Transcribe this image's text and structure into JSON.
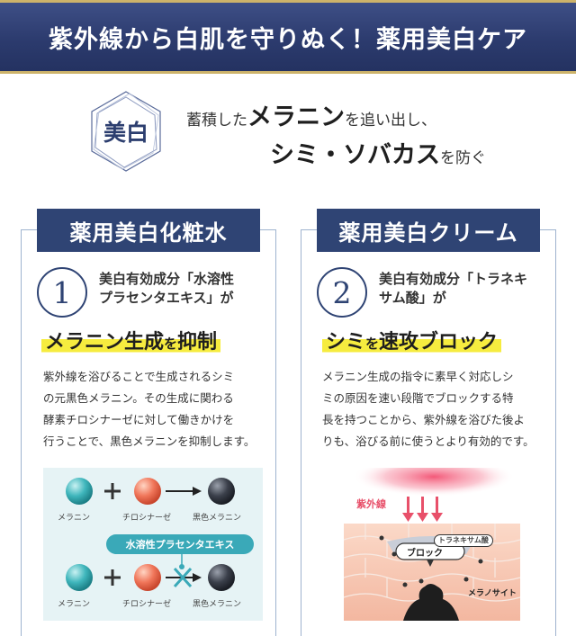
{
  "banner": {
    "title": "紫外線から白肌を守りぬく！薬用美白ケア"
  },
  "intro": {
    "badge": "美白",
    "line1_pre": "蓄積した",
    "line1_em": "メラニン",
    "line1_post": "を追い出し、",
    "line2_em": "シミ・ソバカス",
    "line2_post": "を防ぐ"
  },
  "cards": [
    {
      "tab": "薬用美白化粧水",
      "number": "1",
      "ingredient_line1": "美白有効成分「水溶性",
      "ingredient_line2": "プラセンタエキス」が",
      "headline_a": "メラニン生成",
      "headline_small": "を",
      "headline_b": "抑制",
      "desc": [
        "紫外線を浴びることで生成されるシミ",
        "の元黒色メラニン。その生成に関わる",
        "酵素チロシナーゼに対して働きかけを",
        "行うことで、黒色メラニンを抑制します。"
      ],
      "diagram": {
        "label_melanin": "メラニン",
        "label_tyrosinase": "チロシナーゼ",
        "label_black": "黒色メラニン",
        "pill": "水溶性プラセンタエキス",
        "label_melanin2": "メラニン",
        "label_tyrosinase2": "チロシナーゼ",
        "label_black2": "黒色メラニン"
      }
    },
    {
      "tab": "薬用美白クリーム",
      "number": "2",
      "ingredient_line1": "美白有効成分「トラネキ",
      "ingredient_line2": "サム酸」が",
      "headline_a": "シミ",
      "headline_small": "を",
      "headline_b": "速攻ブロック",
      "desc": [
        "メラニン生成の指令に素早く対応しシ",
        "ミの原因を速い段階でブロックする特",
        "長を持つことから、紫外線を浴びた後よ",
        "りも、浴びる前に使うとより有効的です。"
      ],
      "diagram": {
        "uv_label": "紫外線",
        "tranexamic_label": "トラネキサム酸",
        "block_label": "ブロック",
        "melanocyte_label": "メラノサイト"
      }
    }
  ],
  "colors": {
    "navy": "#2f4474",
    "gold": "#cdb36a",
    "highlight": "#f6ec3f",
    "teal": "#3aa9b8",
    "uv_arrow": "#e8506a"
  }
}
